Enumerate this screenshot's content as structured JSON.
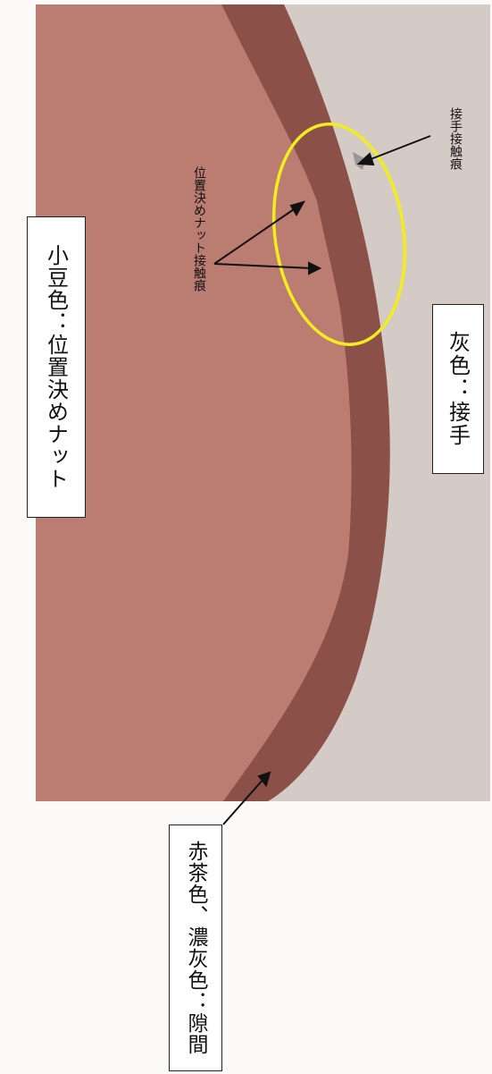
{
  "labels": {
    "nut": "小豆色：位置決めナット",
    "joint": "灰色：接手",
    "gap": "赤茶色、濃灰色：隙間",
    "nut_contact": "位置決めナット接触痕",
    "joint_contact": "接手接触痕"
  },
  "colors": {
    "nut": "#bb7c72",
    "joint": "#d5cbc6",
    "gap": "#8b5048",
    "highlight_ellipse": "#f2ee1e"
  }
}
